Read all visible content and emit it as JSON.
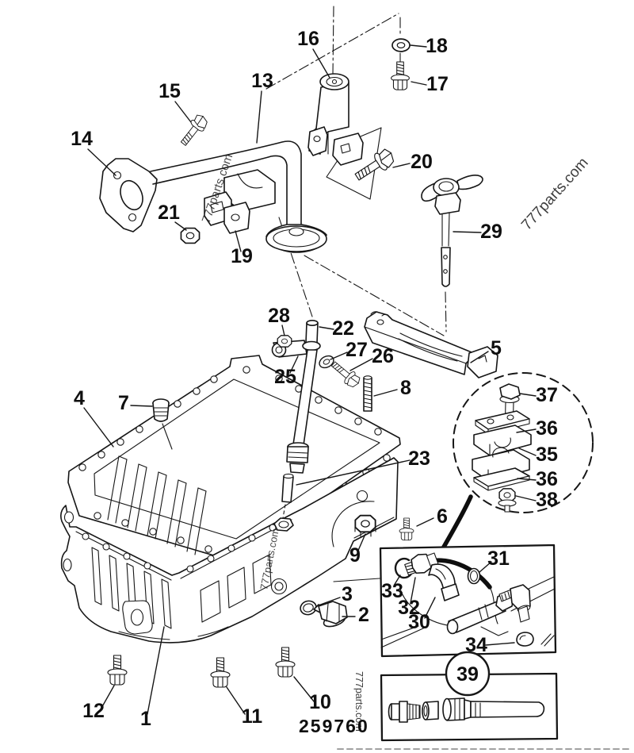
{
  "figure": {
    "part_number": "259760",
    "watermark": "777parts.com",
    "ink_color": "#161616",
    "paper_color": "#ffffff",
    "type": "exploded-parts-diagram"
  },
  "callouts": {
    "n1": "1",
    "n2": "2",
    "n3": "3",
    "n4": "4",
    "n5": "5",
    "n6": "6",
    "n7": "7",
    "n8": "8",
    "n9": "9",
    "n10": "10",
    "n11": "11",
    "n12": "12",
    "n13": "13",
    "n14": "14",
    "n15": "15",
    "n16": "16",
    "n17": "17",
    "n18": "18",
    "n19": "19",
    "n20": "20",
    "n21": "21",
    "n22": "22",
    "n23": "23",
    "n25": "25",
    "n26": "26",
    "n27": "27",
    "n28": "28",
    "n29": "29",
    "n30": "30",
    "n31": "31",
    "n32": "32",
    "n33": "33",
    "n34": "34",
    "n35": "35",
    "n36a": "36",
    "n36b": "36",
    "n37": "37",
    "n38": "38",
    "n39": "39"
  }
}
